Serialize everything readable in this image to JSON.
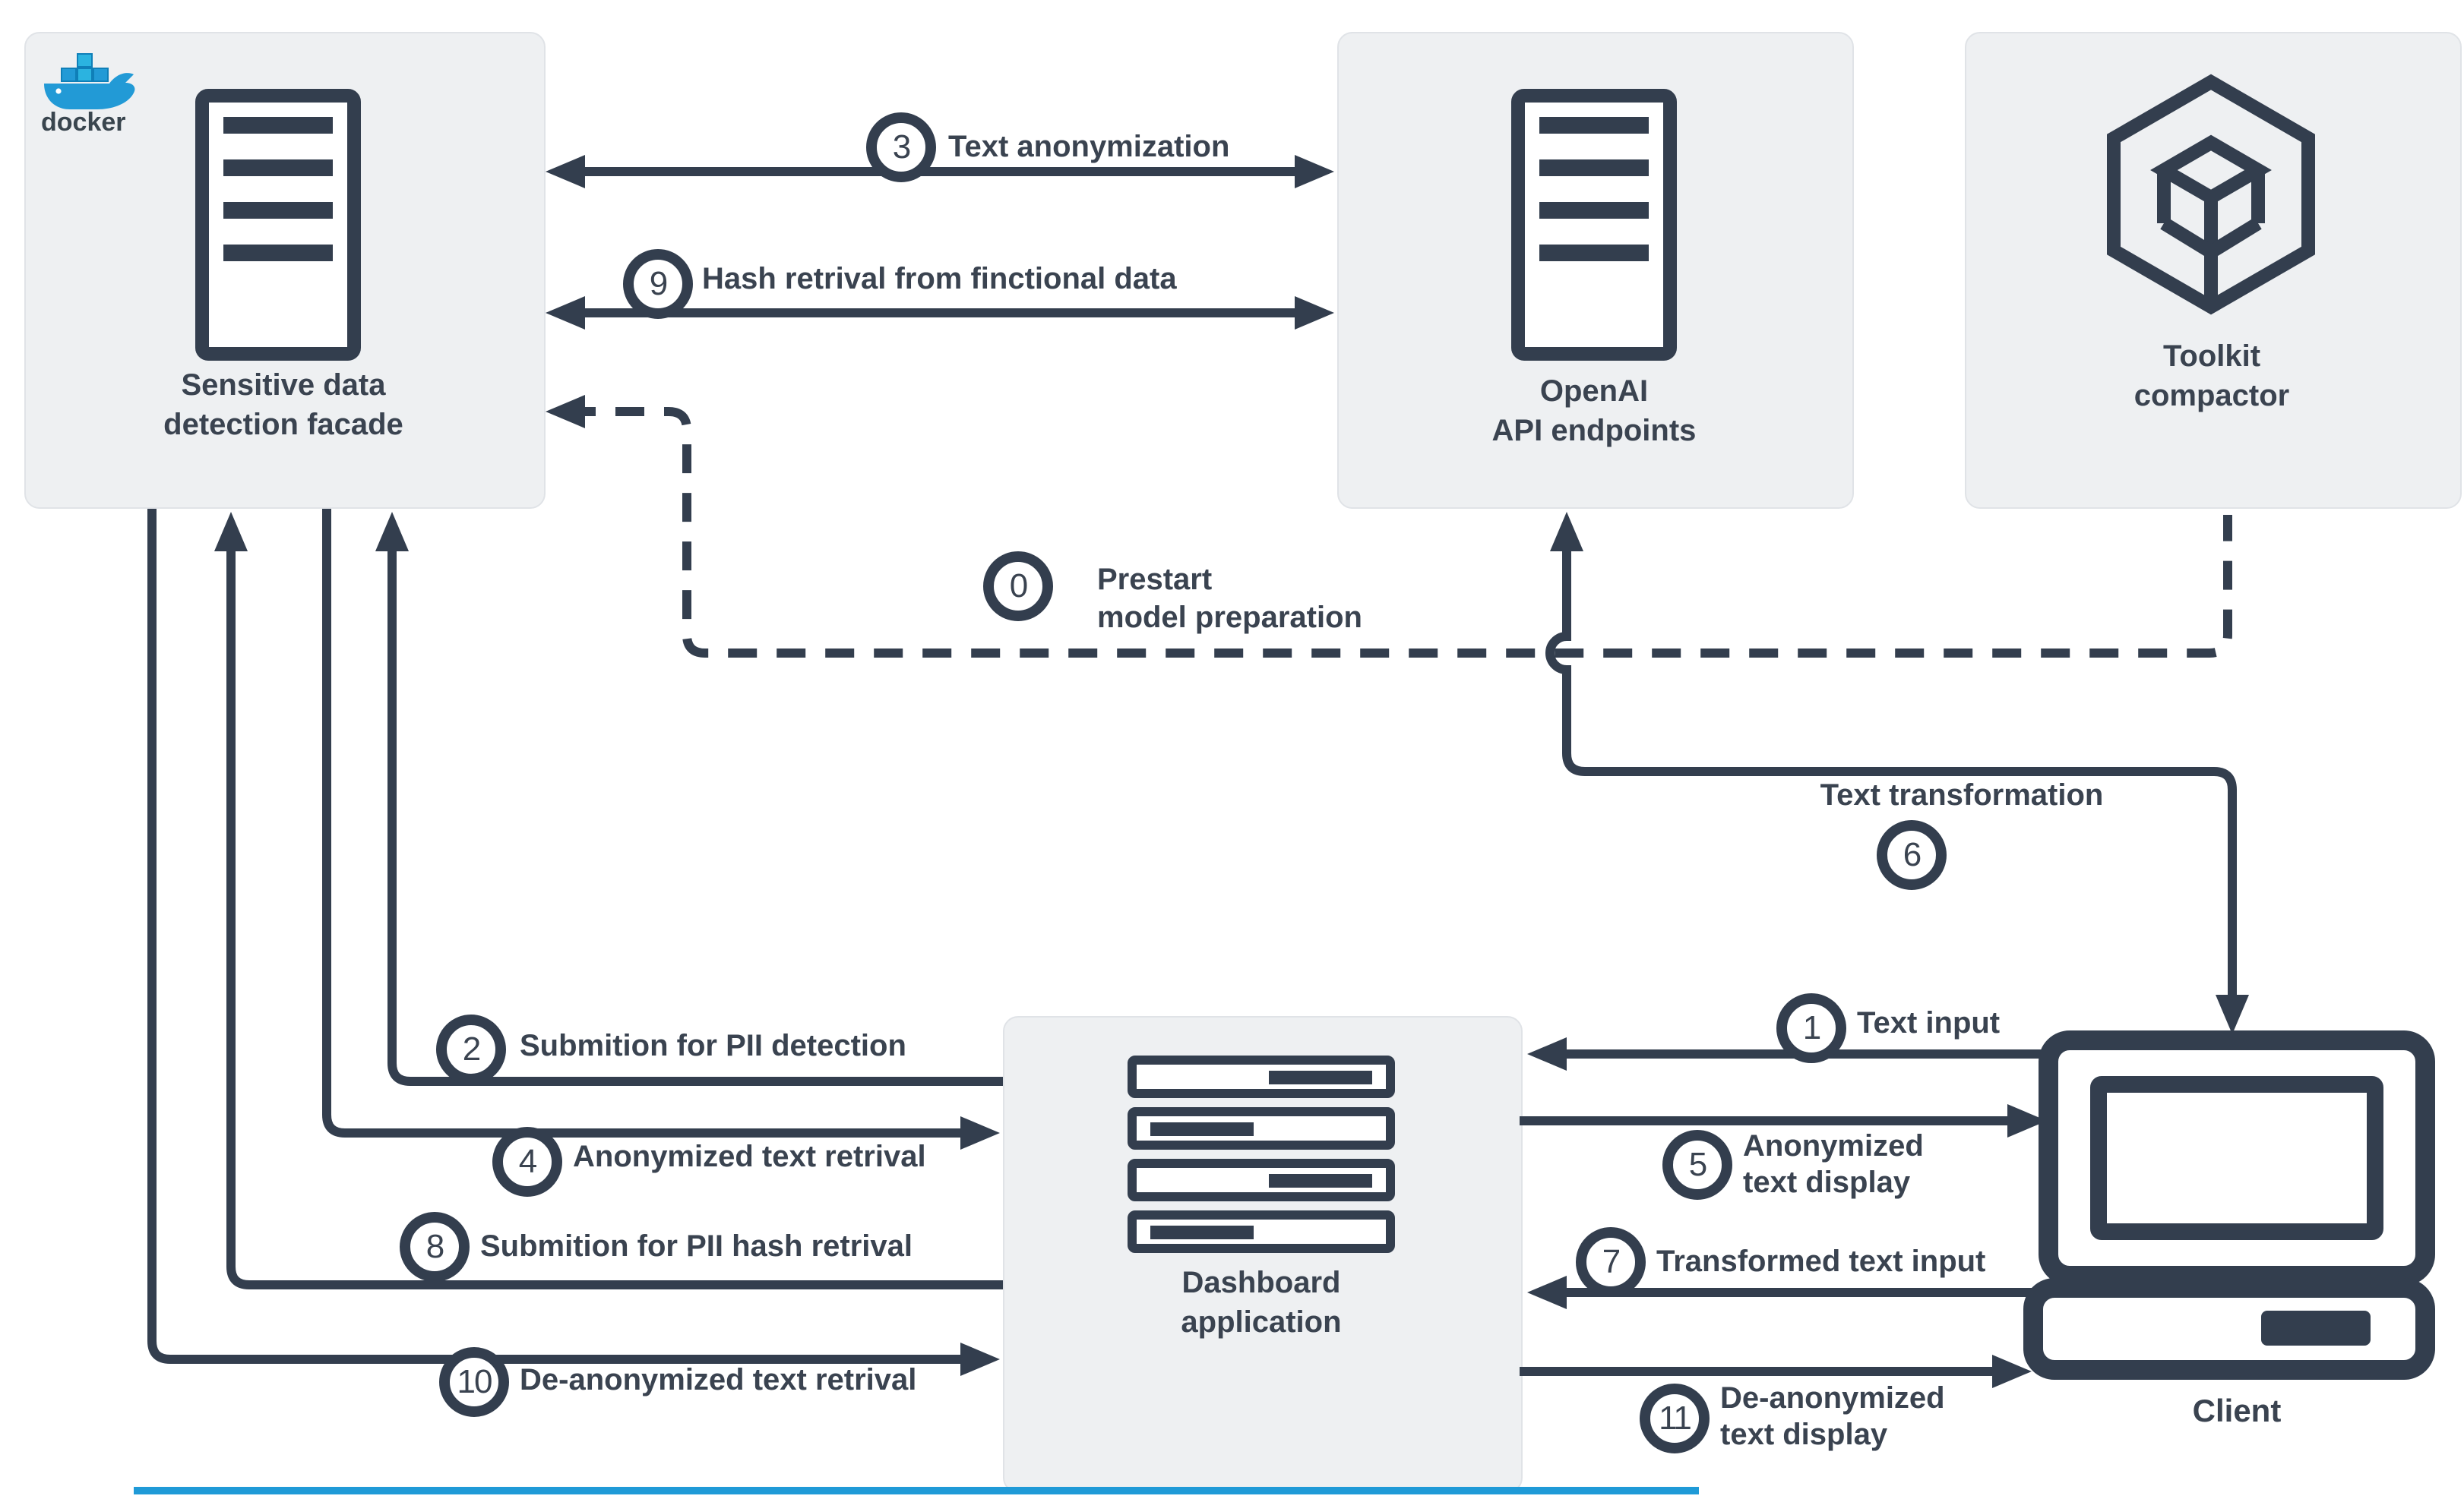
{
  "colors": {
    "line_navy": "#333e4e",
    "text_navy": "#3a4350",
    "box_fill": "#eef0f2",
    "box_border": "#e0e3e7",
    "docker_blue": "#229ad6",
    "bottom_accent": "#1f9ad7"
  },
  "branding": {
    "docker_wordmark": "docker"
  },
  "icons": {
    "facade": "server-icon",
    "openai": "server-icon",
    "toolkit": "cube-icon",
    "dashboard": "stacked-rows-icon",
    "client": "desktop-computer-icon",
    "branding": "docker-whale-icon"
  },
  "nodes": {
    "facade": {
      "line1": "Sensitive data",
      "line2": "detection facade"
    },
    "openai": {
      "line1": "OpenAI",
      "line2": "API endpoints"
    },
    "toolkit": {
      "line1": "Toolkit",
      "line2": "compactor"
    },
    "dashboard": {
      "line1": "Dashboard",
      "line2": "application"
    },
    "client": {
      "label": "Client"
    }
  },
  "edges": {
    "e0": {
      "num": "0",
      "line1": "Prestart",
      "line2": "model preparation",
      "style": "dashed"
    },
    "e1": {
      "num": "1",
      "label": "Text input"
    },
    "e2": {
      "num": "2",
      "label": "Submition for PII detection"
    },
    "e3": {
      "num": "3",
      "label": "Text anonymization"
    },
    "e4": {
      "num": "4",
      "label": "Anonymized text retrival"
    },
    "e5": {
      "num": "5",
      "line1": "Anonymized",
      "line2": "text display"
    },
    "e6": {
      "num": "6",
      "label": "Text transformation"
    },
    "e7": {
      "num": "7",
      "label": "Transformed text input"
    },
    "e8": {
      "num": "8",
      "label": "Submition for PII hash retrival"
    },
    "e9": {
      "num": "9",
      "label": "Hash retrival from finctional data"
    },
    "e10": {
      "num": "10",
      "label": "De-anonymized text retrival"
    },
    "e11": {
      "num": "11",
      "line1": "De-anonymized",
      "line2": "text display"
    }
  }
}
